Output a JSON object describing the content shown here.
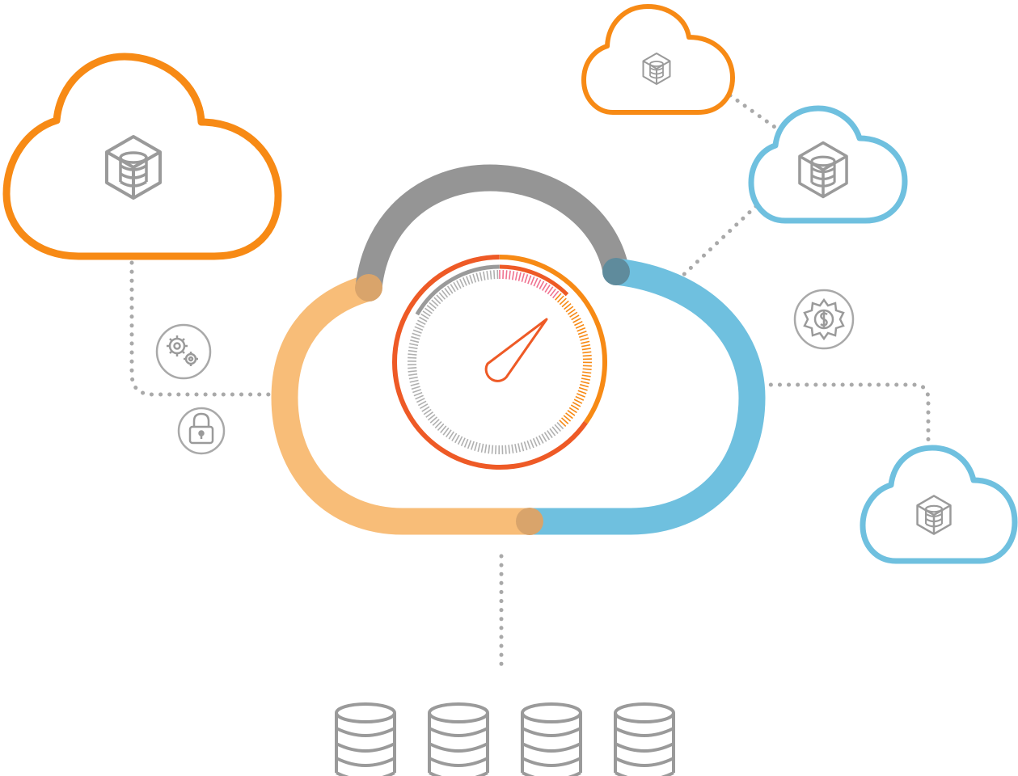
{
  "colors": {
    "orange": "#f78a15",
    "light_orange": "#f8bd78",
    "blue": "#6fc0df",
    "gray": "#959595",
    "icon_gray": "#9a9a9a",
    "red_orange": "#ee5a26",
    "pink": "#f07290",
    "dotted": "#a9a9a9"
  },
  "nodes": [
    {
      "id": "cloud-large-orange",
      "icon": "database-cube-icon",
      "color": "orange"
    },
    {
      "id": "cloud-small-orange",
      "icon": "database-cube-icon",
      "color": "orange"
    },
    {
      "id": "cloud-blue-upper",
      "icon": "database-cube-icon",
      "color": "blue"
    },
    {
      "id": "cloud-blue-lower",
      "icon": "database-cube-icon",
      "color": "blue"
    },
    {
      "id": "central-cloud",
      "icon": "speedometer-gauge-icon",
      "color": "multi"
    }
  ],
  "badges": [
    "gears-icon",
    "lock-icon",
    "dollar-gear-icon"
  ],
  "storage": {
    "icon": "database-stack-icon",
    "count": 4
  },
  "gauge": {
    "needle_icon": "gauge-needle-icon"
  }
}
